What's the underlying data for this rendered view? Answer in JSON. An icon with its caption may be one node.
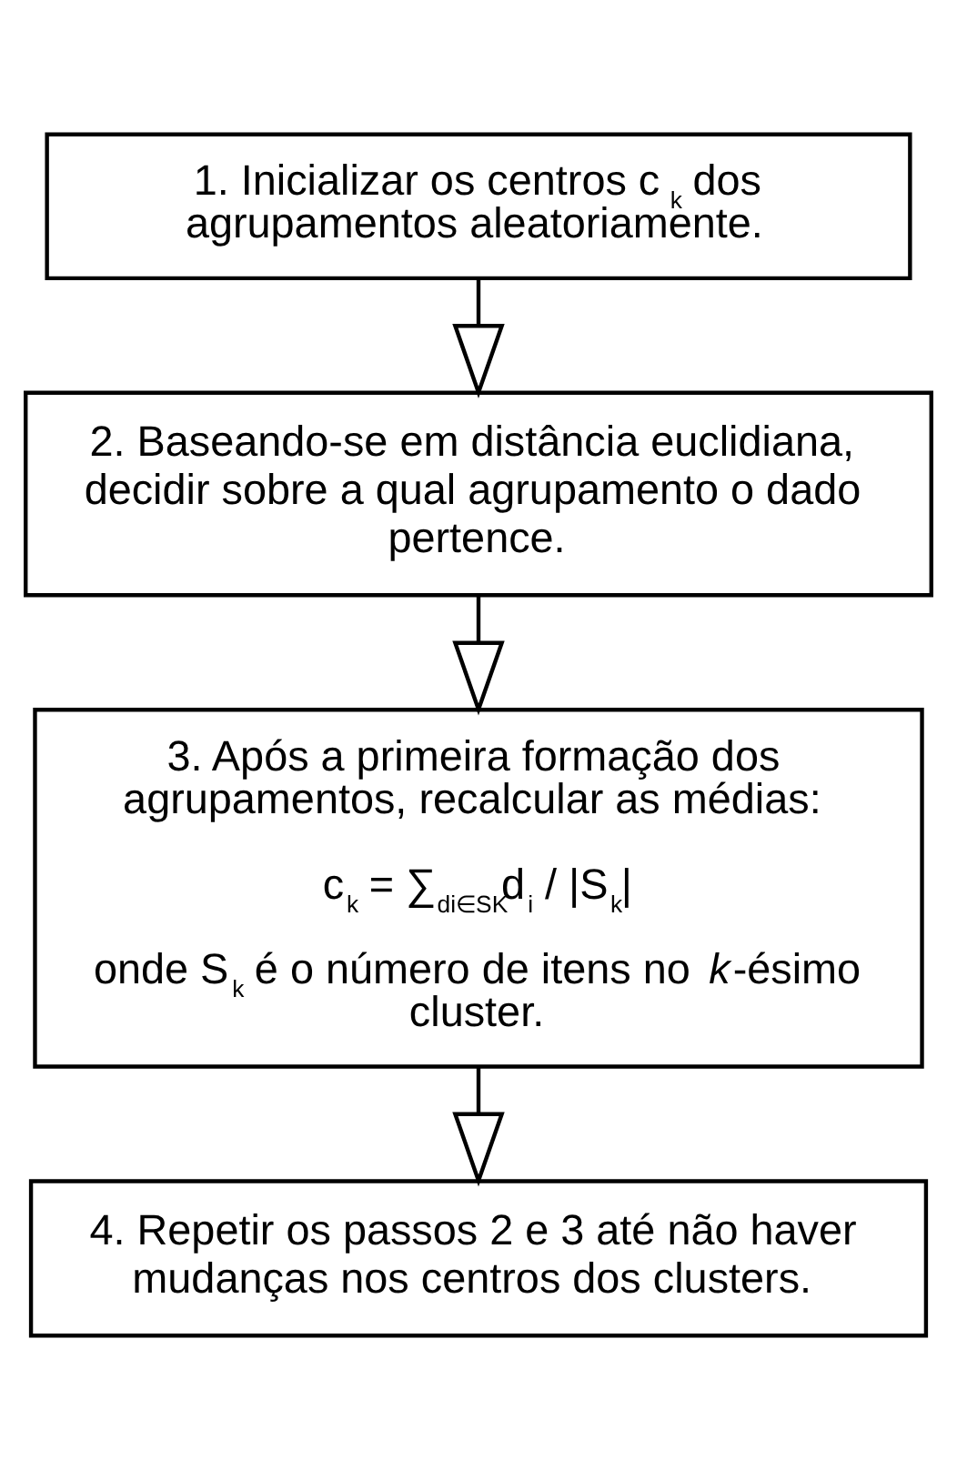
{
  "diagram": {
    "nodes": [
      {
        "text": [
          "1. Inicializar os centros c$_{k}$ dos agrupamentos aleatoriamente."
        ]
      },
      {
        "text": [
          "2. Baseando-se em distância euclidiana, decidir sobre a qual agrupamento o dado pertence."
        ]
      },
      {
        "text": [
          "3. Após a primeira formação dos agrupamentos, recalcular as médias:",
          "c$_{k}$ = ∑$_{di∈SK}$d$_{i}$ / |S$_{k}$|",
          "onde S$_{k}$ é o número de itens no *k*-ésimo cluster."
        ]
      },
      {
        "text": [
          "4. Repetir os passos 2 e 3 até não haver mudanças nos centros dos clusters."
        ]
      }
    ],
    "edges": [
      {
        "from": 0,
        "to": 1,
        "arrow": "to"
      },
      {
        "from": 1,
        "to": 2,
        "arrow": "to"
      },
      {
        "from": 2,
        "to": 3,
        "arrow": "to"
      }
    ]
  }
}
